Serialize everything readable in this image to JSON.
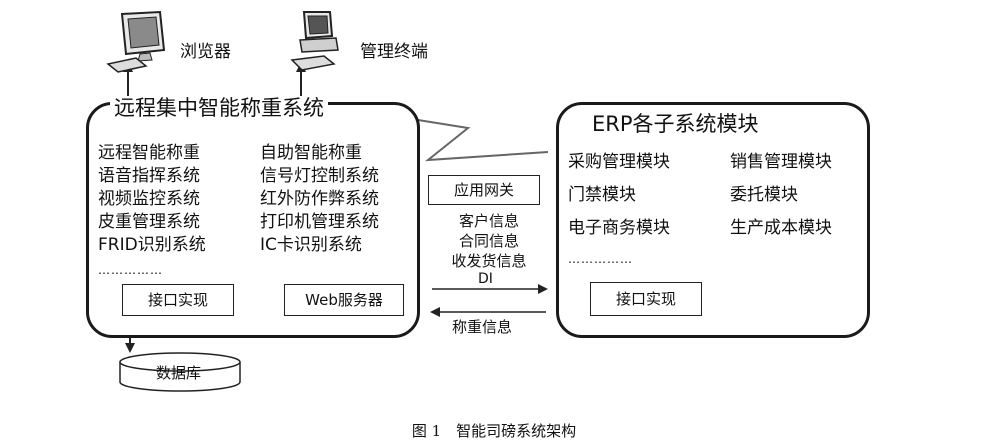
{
  "browser_label": "浏览器",
  "terminal_label": "管理终端",
  "left_system": {
    "title": "远程集中智能称重系统",
    "col1": [
      "远程智能称重",
      "语音指挥系统",
      "视频监控系统",
      "皮重管理系统",
      "FRID识别系统"
    ],
    "col2": [
      "自助智能称重",
      "信号灯控制系统",
      "红外防作弊系统",
      "打印机管理系统",
      "IC卡识别系统"
    ],
    "ellipsis": "……………",
    "interface_label": "接口实现",
    "web_server_label": "Web服务器"
  },
  "middle": {
    "gateway_label": "应用网关",
    "info_lines": [
      "客户信息",
      "合同信息",
      "收发货信息"
    ],
    "di_label": "DI",
    "weigh_info_label": "称重信息"
  },
  "right_system": {
    "title": "ERP各子系统模块",
    "col1": [
      "采购管理模块",
      "门禁模块",
      "电子商务模块"
    ],
    "col2": [
      "销售管理模块",
      "委托模块",
      "生产成本模块"
    ],
    "ellipsis": "……………",
    "interface_label": "接口实现"
  },
  "database_label": "数据库",
  "caption": "图 1　智能司磅系统架构"
}
